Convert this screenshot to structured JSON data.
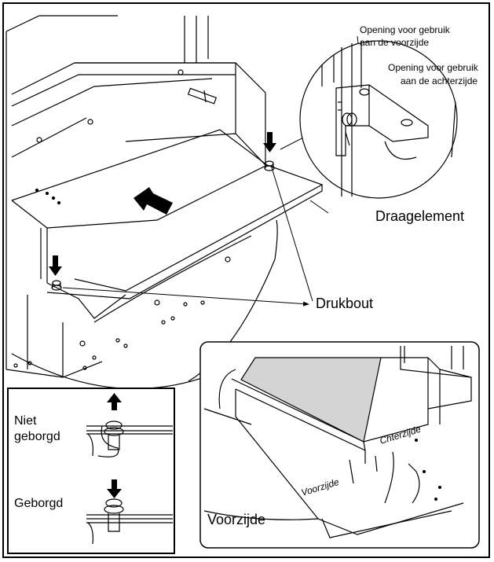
{
  "callouts": {
    "opening_front_line1": "Opening voor gebruik",
    "opening_front_line2": "aan de voorzijde",
    "opening_rear_line1": "Opening voor gebruik",
    "opening_rear_line2": "aan de achterzijde",
    "support_element": "Draagelement",
    "push_bolt": "Drukbout"
  },
  "lock_inset": {
    "unlocked_line1": "Niet",
    "unlocked_line2": "geborgd",
    "locked": "Geborgd"
  },
  "front_inset": {
    "front_marking": "Voorzijde",
    "rear_marking": "Chterzijde",
    "caption": "Voorzijde"
  }
}
